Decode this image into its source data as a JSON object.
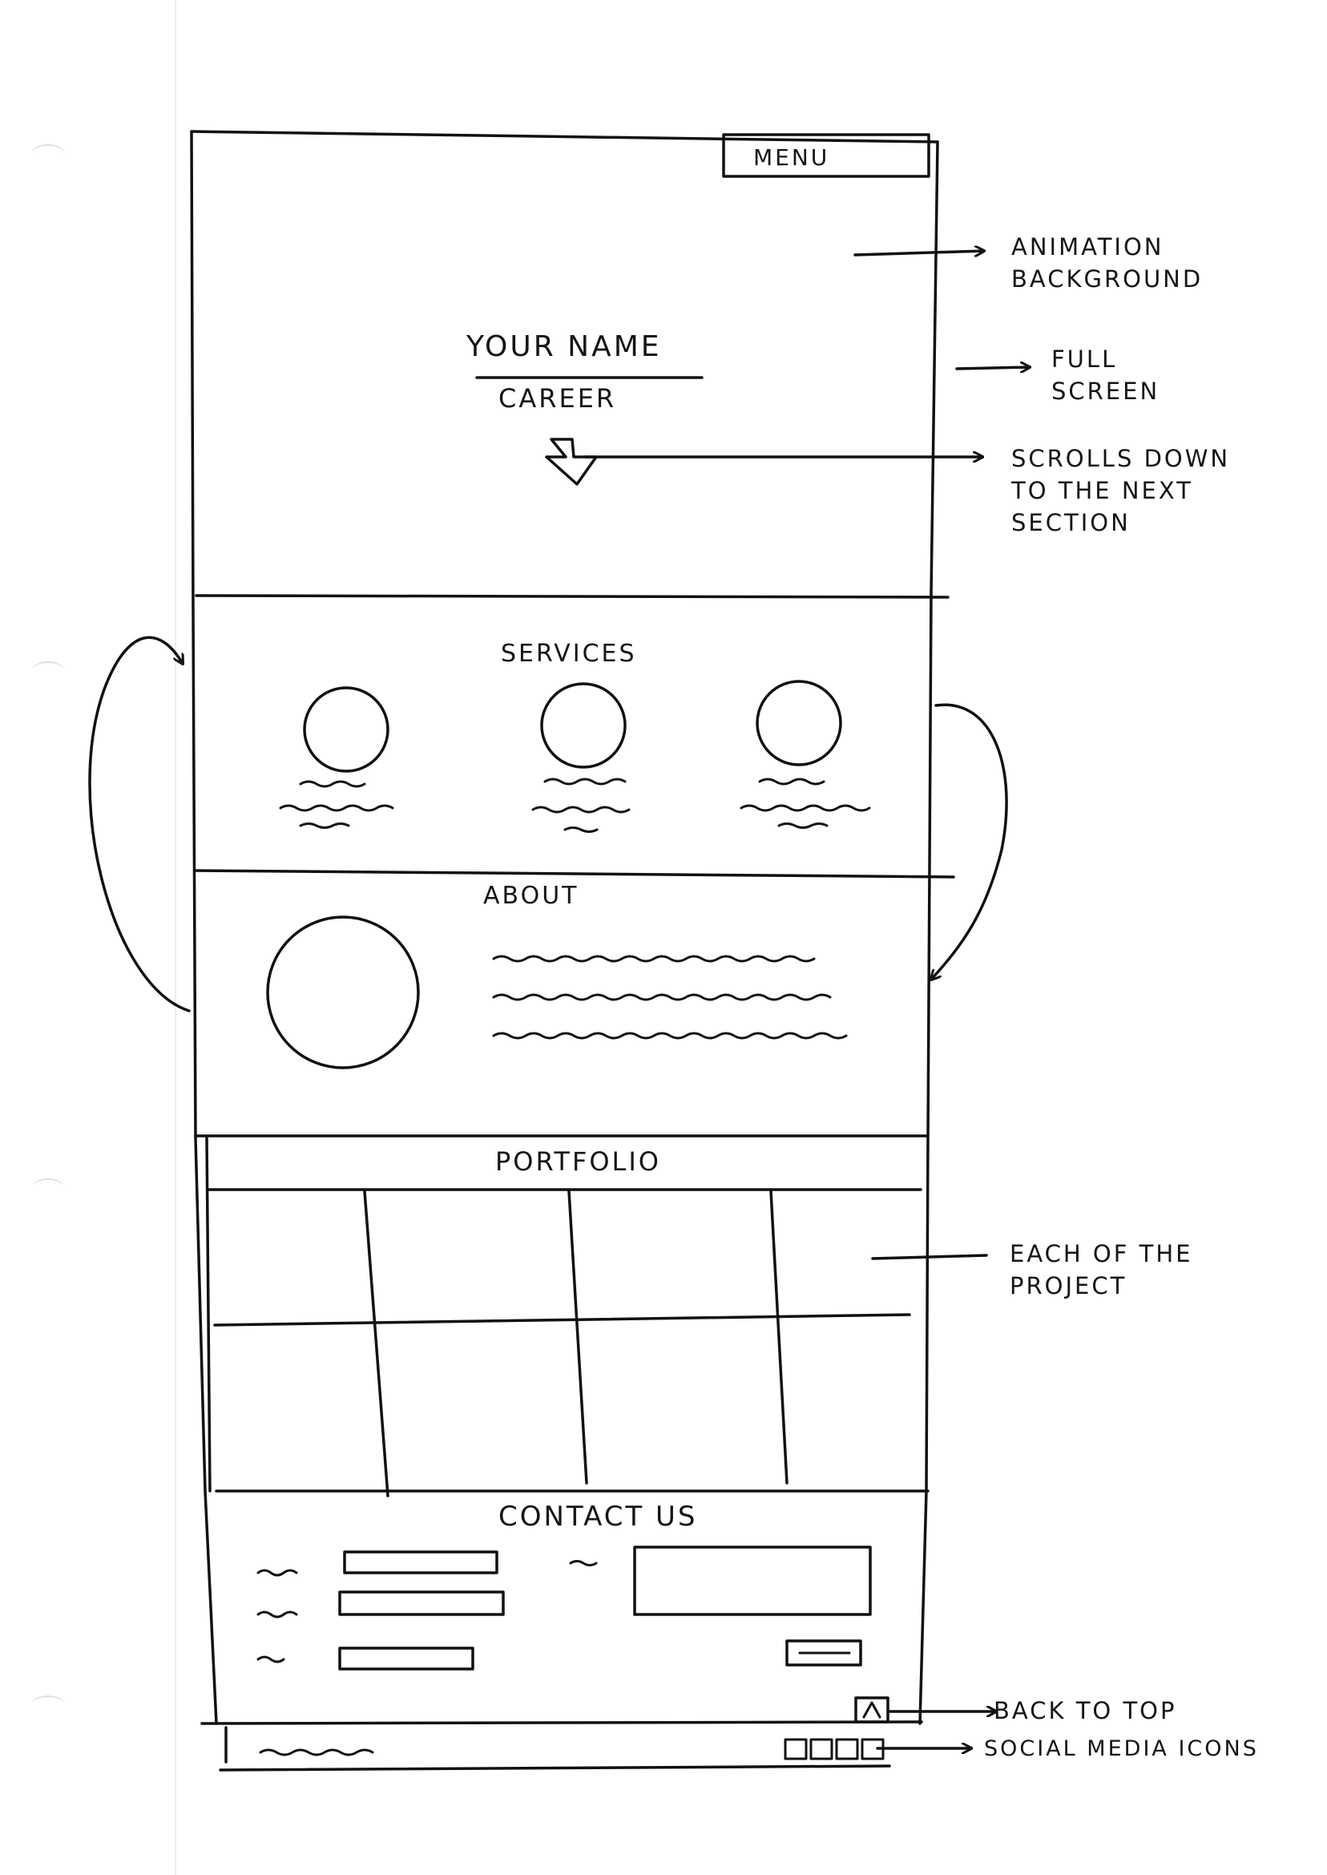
{
  "hero": {
    "menu_label": "MENU",
    "name": "YOUR NAME",
    "career": "CAREER"
  },
  "sections": {
    "services": "SERVICES",
    "about": "ABOUT",
    "portfolio": "PORTFOLIO",
    "contact": "CONTACT US"
  },
  "annotations": {
    "animation_background": "ANIMATION\nBACKGROUND",
    "full_screen": "FULL\nSCREEN",
    "scrolls_down": "SCROLLS DOWN\nTO THE NEXT\nSECTION",
    "each_project": "EACH OF THE\nPROJECT",
    "back_to_top": "BACK TO TOP",
    "social_media_icons": "SOCIAL MEDIA ICONS"
  }
}
